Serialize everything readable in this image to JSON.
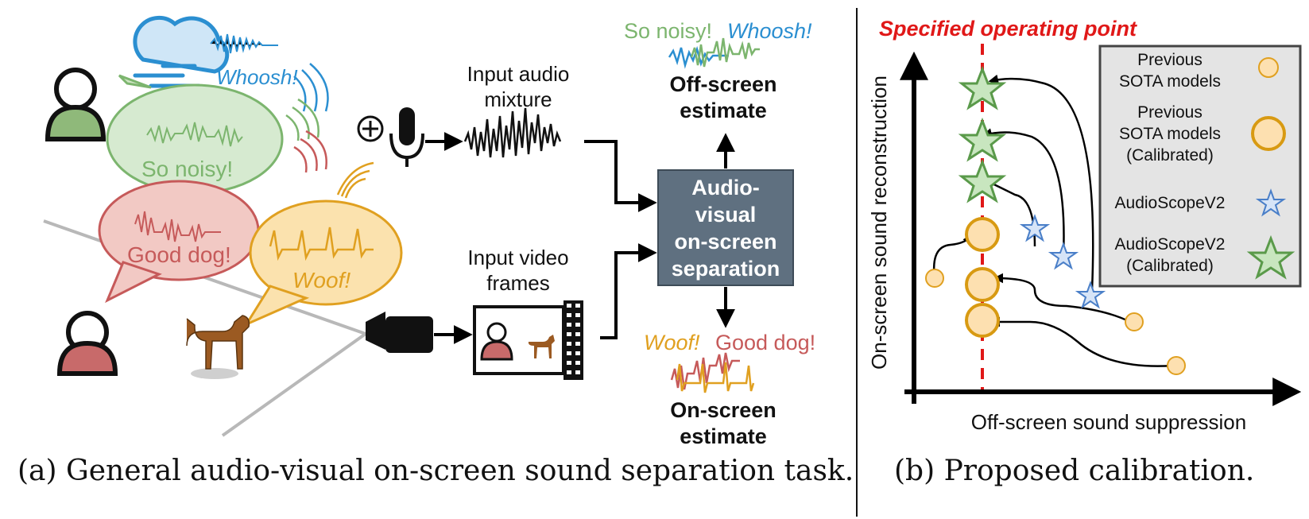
{
  "panel_a": {
    "speech_bubbles": {
      "wind_text": "Whoosh!",
      "person1_text": "So noisy!",
      "person2_text": "Good dog!",
      "dog_text": "Woof!"
    },
    "input_audio_label_line1": "Input audio",
    "input_audio_label_line2": "mixture",
    "input_video_label_line1": "Input video",
    "input_video_label_line2": "frames",
    "separator_box": {
      "line1": "Audio-",
      "line2": "visual",
      "line3": "on-screen",
      "line4": "separation"
    },
    "offscreen_output": {
      "noisy_text": "So noisy!",
      "whoosh_text": "Whoosh!",
      "label_line1": "Off-screen",
      "label_line2": "estimate"
    },
    "onscreen_output": {
      "woof_text": "Woof!",
      "gooddog_text": "Good dog!",
      "label_line1": "On-screen",
      "label_line2": "estimate"
    },
    "caption": "(a) General audio-visual on-screen sound separation task."
  },
  "panel_b": {
    "operating_point_label": "Specified operating point",
    "x_axis_label": "Off-screen sound suppression",
    "y_axis_label": "On-screen sound reconstruction",
    "legend": {
      "prev_line1": "Previous",
      "prev_line2": "SOTA models",
      "prevcal_line1": "Previous",
      "prevcal_line2": "SOTA models",
      "prevcal_line3": "(Calibrated)",
      "asv2": "AudioScopeV2",
      "asv2cal_line1": "AudioScopeV2",
      "asv2cal_line2": "(Calibrated)"
    },
    "caption": "(b) Proposed calibration."
  },
  "colors": {
    "wind": "#2b8fd1",
    "green": "#7cb56e",
    "red": "#c65a5a",
    "orange": "#e0a020",
    "box": "#5f7080",
    "dashed_red": "#e01818",
    "legend_bg": "#e4e4e4"
  }
}
